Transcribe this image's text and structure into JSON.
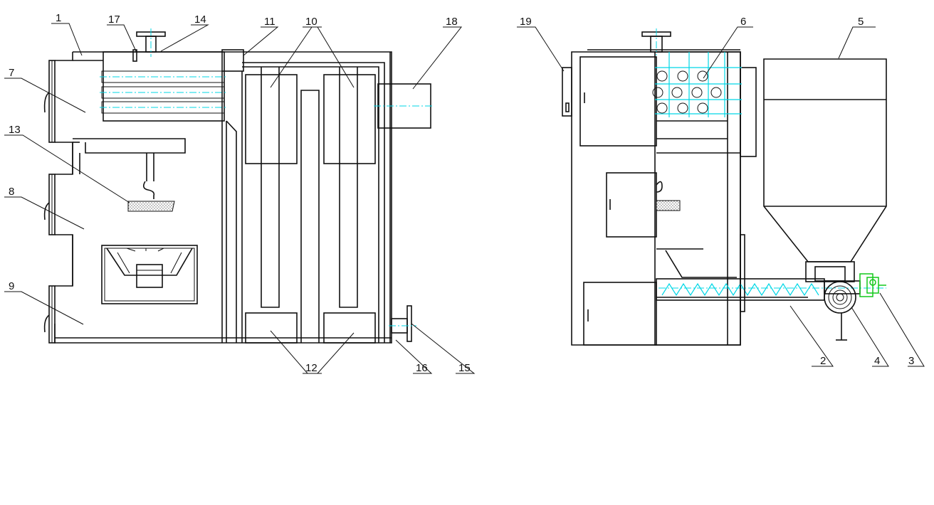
{
  "labels": [
    {
      "id": "1",
      "text": "1"
    },
    {
      "id": "2",
      "text": "2"
    },
    {
      "id": "3",
      "text": "3"
    },
    {
      "id": "4",
      "text": "4"
    },
    {
      "id": "5",
      "text": "5"
    },
    {
      "id": "6",
      "text": "6"
    },
    {
      "id": "7",
      "text": "7"
    },
    {
      "id": "8",
      "text": "8"
    },
    {
      "id": "9",
      "text": "9"
    },
    {
      "id": "10",
      "text": "10"
    },
    {
      "id": "11",
      "text": "11"
    },
    {
      "id": "12",
      "text": "12"
    },
    {
      "id": "13",
      "text": "13"
    },
    {
      "id": "14",
      "text": "14"
    },
    {
      "id": "15",
      "text": "15"
    },
    {
      "id": "16",
      "text": "16"
    },
    {
      "id": "17",
      "text": "17"
    },
    {
      "id": "18",
      "text": "18"
    },
    {
      "id": "19",
      "text": "19"
    }
  ],
  "colors": {
    "line": "#111111",
    "centerline": "#00d7e6",
    "motor": "#12c81a",
    "background": "#ffffff"
  }
}
